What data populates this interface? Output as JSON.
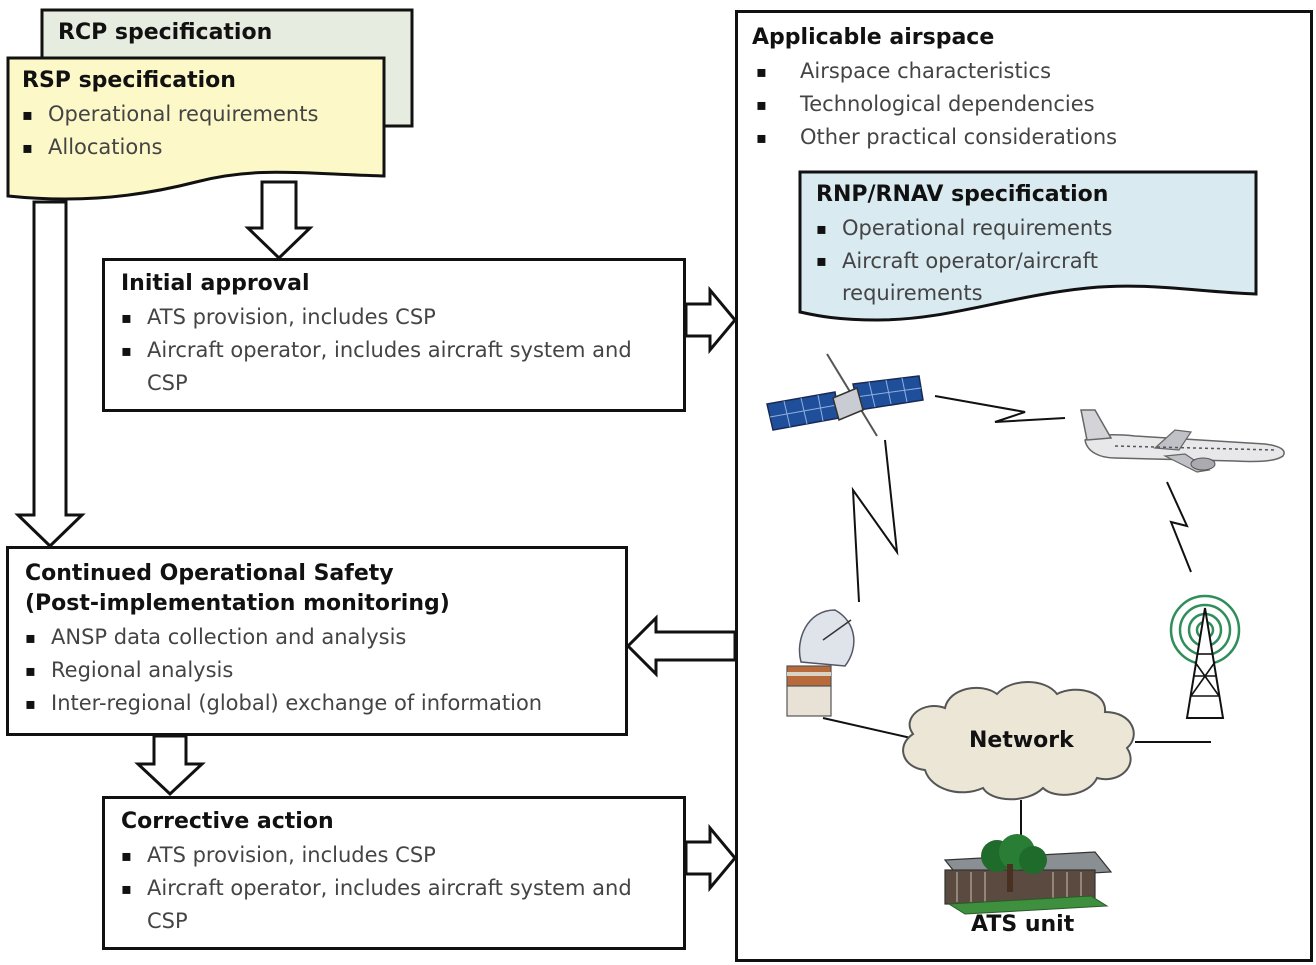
{
  "rcp": {
    "title": "RCP specification"
  },
  "rsp": {
    "title": "RSP specification",
    "items": [
      "Operational requirements",
      "Allocations"
    ]
  },
  "initial": {
    "title": "Initial approval",
    "items": [
      "ATS provision, includes CSP",
      "Aircraft operator, includes aircraft system and CSP"
    ]
  },
  "cos": {
    "title": "Continued Operational Safety",
    "subtitle": "(Post-implementation monitoring)",
    "items": [
      "ANSP data collection and analysis",
      "Regional analysis",
      "Inter-regional (global) exchange of information"
    ]
  },
  "corrective": {
    "title": "Corrective action",
    "items": [
      "ATS provision, includes CSP",
      "Aircraft operator, includes aircraft system and CSP"
    ]
  },
  "airspace": {
    "title": "Applicable airspace",
    "items": [
      "Airspace characteristics",
      "Technological dependencies",
      "Other practical considerations"
    ]
  },
  "rnp": {
    "title": "RNP/RNAV specification",
    "items": [
      "Operational requirements",
      "Aircraft operator/aircraft requirements"
    ]
  },
  "network": {
    "label": "Network"
  },
  "ats_unit": {
    "label": "ATS unit"
  },
  "colors": {
    "rcp_fill": "#e6ecdf",
    "rsp_fill": "#fcf8c8",
    "rnp_fill": "#d9eaf1",
    "network_fill": "#ebe6d6",
    "border": "#111111"
  }
}
